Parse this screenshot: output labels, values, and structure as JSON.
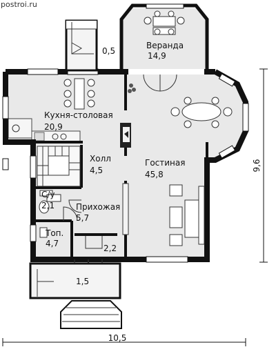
{
  "site": {
    "url": "postroi.ru"
  },
  "rooms": {
    "veranda": {
      "name": "Веранда",
      "area": "14,9"
    },
    "kitchen": {
      "name": "Кухня-столовая",
      "area": "20,9"
    },
    "hall": {
      "name": "Холл",
      "area": "4,5"
    },
    "living": {
      "name": "Гостиная",
      "area": "45,8"
    },
    "wc": {
      "name": "С/у",
      "area": "2,1"
    },
    "entrance": {
      "name": "Прихожая",
      "area": "5,7"
    },
    "boiler": {
      "name": "Топ.",
      "area": "4,7"
    },
    "closet": {
      "area": "2,2"
    },
    "porch_top": {
      "area": "0,5"
    },
    "porch_bottom": {
      "area": "1,5"
    }
  },
  "dimensions": {
    "width": "10,5",
    "height": "9,6"
  },
  "colors": {
    "wall": "#111111",
    "floor": "#e9e9e9",
    "window": "#ffffff"
  }
}
